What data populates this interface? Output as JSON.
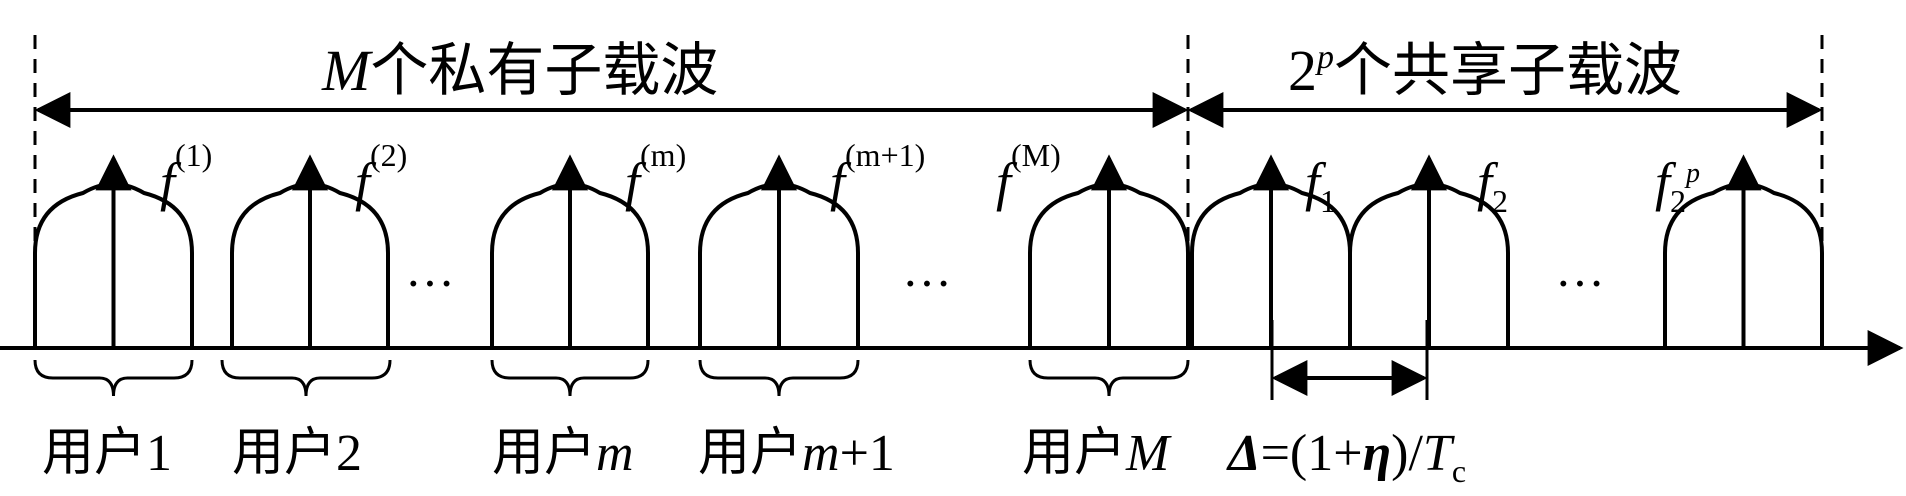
{
  "header": {
    "private": {
      "var": "M",
      "text": "个私有子载波"
    },
    "shared": {
      "base": "2",
      "sup": "p",
      "text": "个共享子载波"
    }
  },
  "users": [
    {
      "zh": "用户",
      "id": "1",
      "italic": false
    },
    {
      "zh": "用户",
      "id": "2",
      "italic": false
    },
    {
      "zh": "用户",
      "id": "m",
      "italic": true
    },
    {
      "zh": "用户",
      "id": "m",
      "suffix": "+1",
      "italic": true
    },
    {
      "zh": "用户",
      "id": "M",
      "italic": true
    }
  ],
  "private_freqs": [
    {
      "base": "f",
      "sup": "(1)"
    },
    {
      "base": "f",
      "sup": "(2)"
    },
    {
      "base": "f",
      "sup": "(m)"
    },
    {
      "base": "f",
      "sup": "(m+1)"
    },
    {
      "base": "f",
      "sup": "(M)"
    }
  ],
  "shared_freqs": [
    {
      "base": "f",
      "sub": "1"
    },
    {
      "base": "f",
      "sub": "2"
    },
    {
      "base": "f",
      "sub": "2",
      "subsup": "p"
    }
  ],
  "spacing": {
    "delta": "Δ",
    "eq": "=(1+",
    "eta": "η",
    "close": ")/",
    "T": "T",
    "Tsub": "c"
  },
  "ellipsis": "···"
}
